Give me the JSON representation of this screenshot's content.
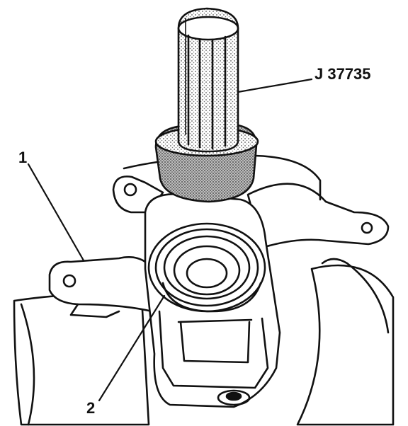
{
  "callouts": {
    "tool": "J 37735",
    "part_1": "1",
    "part_2": "2"
  },
  "colors": {
    "ink": "#111111",
    "stipple": "#9a9a9a",
    "paper": "#ffffff"
  }
}
